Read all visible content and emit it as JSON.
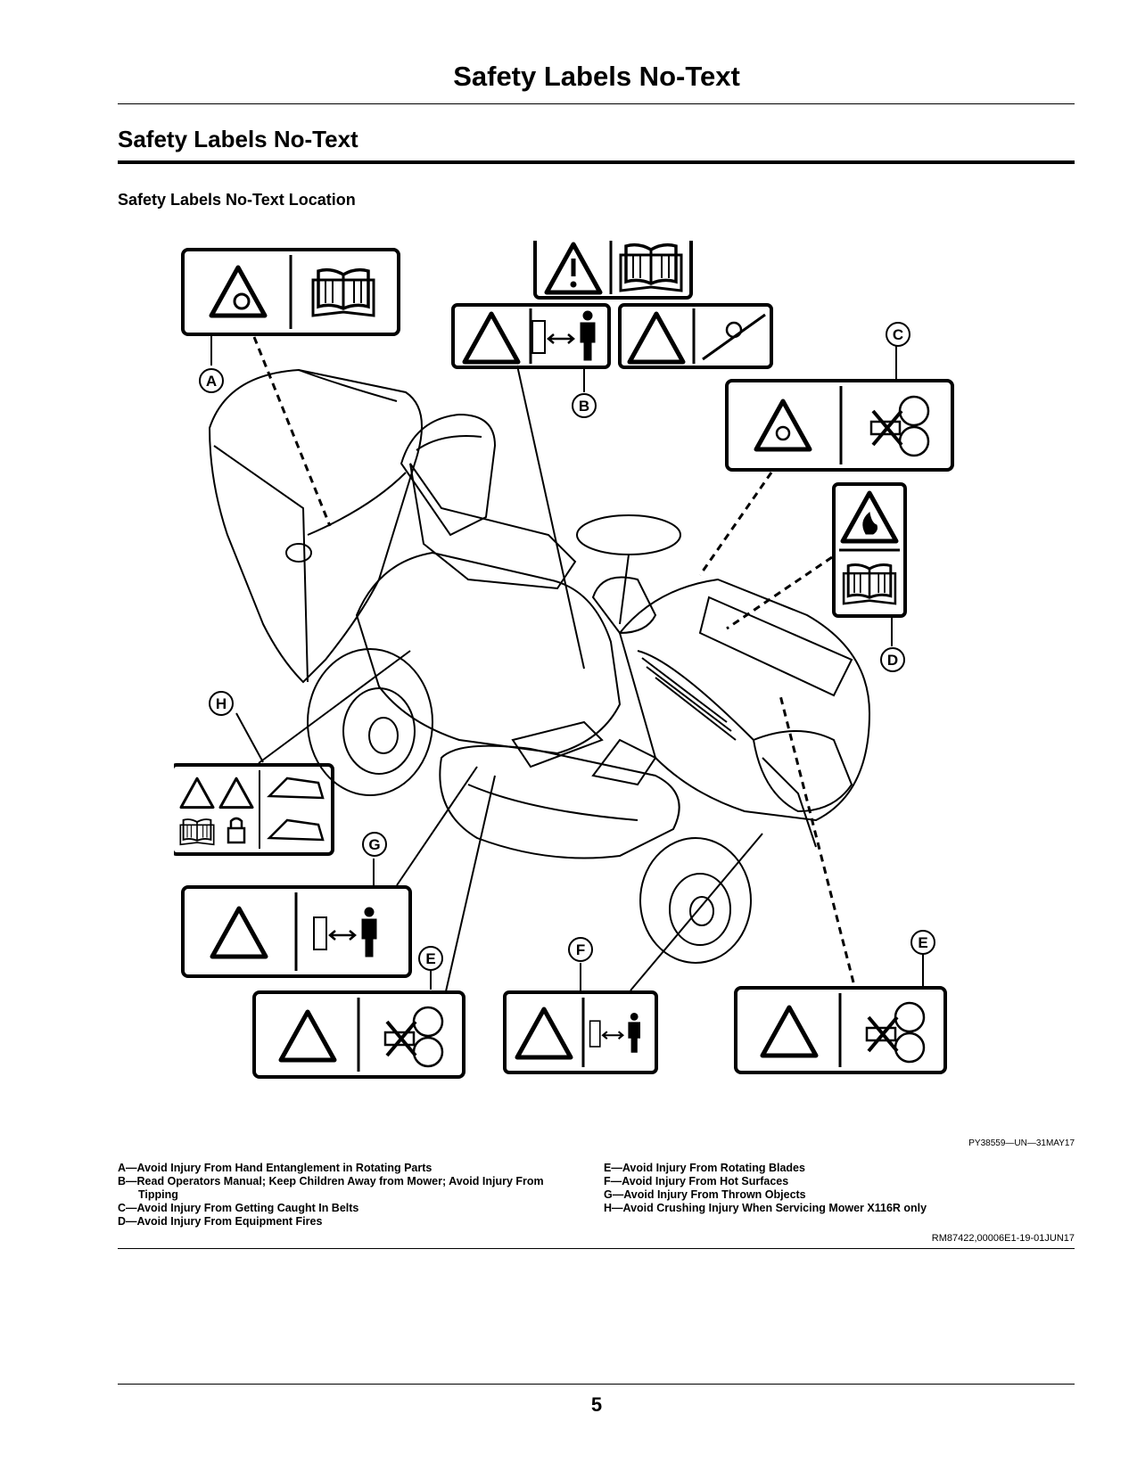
{
  "header": {
    "title": "Safety Labels No-Text"
  },
  "section": {
    "title": "Safety Labels No-Text",
    "subtitle": "Safety Labels No-Text Location"
  },
  "figure": {
    "id": "PY38559—UN—31MAY17",
    "callouts": [
      "A",
      "B",
      "C",
      "D",
      "E",
      "E",
      "F",
      "G",
      "H"
    ],
    "label_icons": {
      "A": [
        "hand-entanglement-warning-icon",
        "operator-manual-icon"
      ],
      "B": [
        "warning-triangle-icon",
        "operator-manual-icon",
        "keep-children-away-icon",
        "tipping-slope-icon"
      ],
      "C": [
        "belt-entanglement-warning-icon",
        "no-hands-near-belt-icon"
      ],
      "D": [
        "fire-warning-icon",
        "operator-manual-icon"
      ],
      "E": [
        "rotating-blade-warning-icon",
        "no-hands-near-blade-icon"
      ],
      "F": [
        "hot-surface-warning-icon",
        "keep-distance-icon"
      ],
      "G": [
        "thrown-object-warning-icon",
        "keep-distance-icon"
      ],
      "H": [
        "crushing-warning-icon",
        "operator-manual-icon",
        "lock-icon",
        "mower-service-icon"
      ]
    }
  },
  "legend": {
    "left": [
      "A—Avoid Injury From Hand Entanglement in Rotating Parts",
      "B—Read Operators Manual; Keep Children Away from Mower; Avoid Injury From",
      "Tipping",
      "C—Avoid Injury From Getting Caught In Belts",
      "D—Avoid Injury From Equipment Fires"
    ],
    "right": [
      "E—Avoid Injury From Rotating Blades",
      "F—Avoid Injury From Hot Surfaces",
      "G—Avoid Injury From Thrown Objects",
      "H—Avoid Crushing Injury When Servicing Mower X116R only"
    ]
  },
  "footer": {
    "doc_ref": "RM87422,00006E1-19-01JUN17",
    "page_number": "5"
  }
}
